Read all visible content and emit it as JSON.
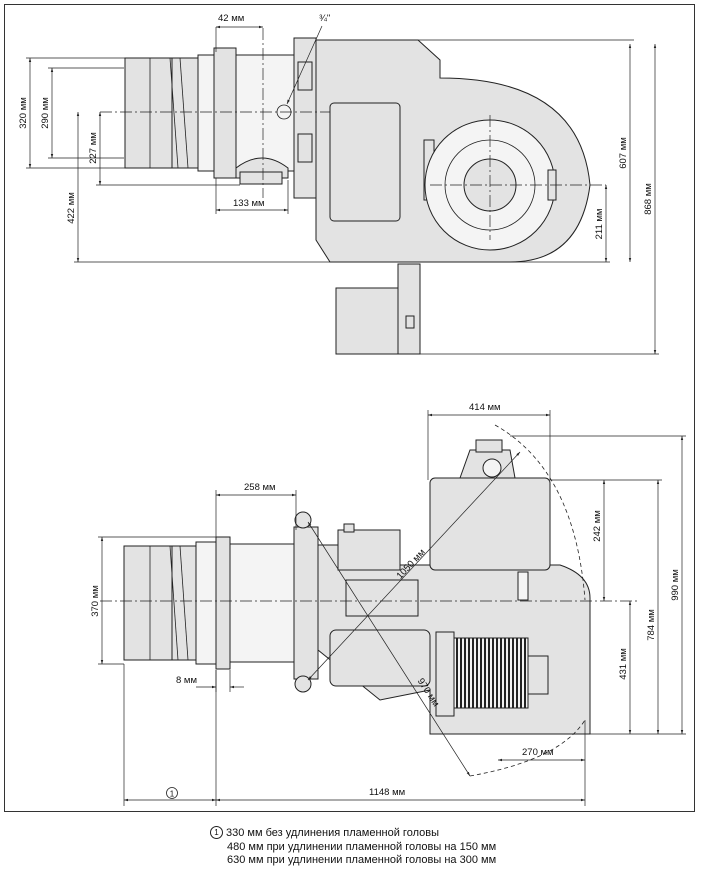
{
  "top_view": {
    "dims": {
      "d42": "42 мм",
      "d34": "¾\"",
      "d320": "320 мм",
      "d290": "290 мм",
      "d227": "227 мм",
      "d422": "422 мм",
      "d133": "133 мм",
      "d607": "607 мм",
      "d868": "868 мм",
      "d211": "211 мм"
    }
  },
  "bottom_view": {
    "dims": {
      "d414": "414 мм",
      "d258": "258 мм",
      "d242": "242 мм",
      "d1050": "1050 мм",
      "d990": "990 мм",
      "d370": "370 мм",
      "d784": "784 мм",
      "d431": "431 мм",
      "d8": "8 мм",
      "d970": "970 мм",
      "d270": "270 мм",
      "d1148": "1148 мм",
      "ref1": "1"
    }
  },
  "notes": {
    "marker": "1",
    "line1": "330 мм без удлинения пламенной головы",
    "line2": "480 мм при удлинении пламенной головы на 150 мм",
    "line3": "630 мм при удлинении пламенной головы на 300 мм"
  }
}
